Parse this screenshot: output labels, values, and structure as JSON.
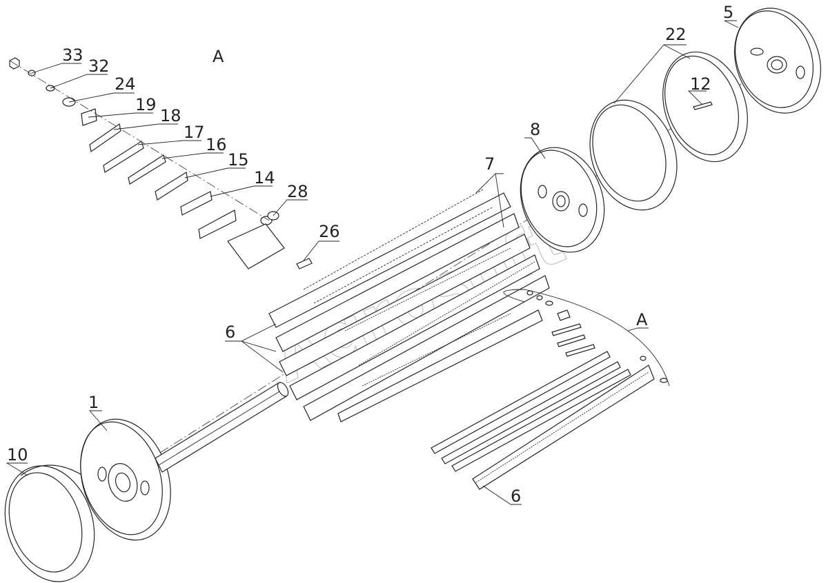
{
  "diagram": {
    "view_label": "A",
    "detail_label": "A",
    "watermark": "Agrosoft",
    "callouts": {
      "c1": "1",
      "c5": "5",
      "c6a": "6",
      "c6b": "6",
      "c7": "7",
      "c8": "8",
      "c10": "10",
      "c12": "12",
      "c14": "14",
      "c15": "15",
      "c16": "16",
      "c17": "17",
      "c18": "18",
      "c19": "19",
      "c22": "22",
      "c24": "24",
      "c26": "26",
      "c28": "28",
      "c32": "32",
      "c33": "33"
    }
  }
}
